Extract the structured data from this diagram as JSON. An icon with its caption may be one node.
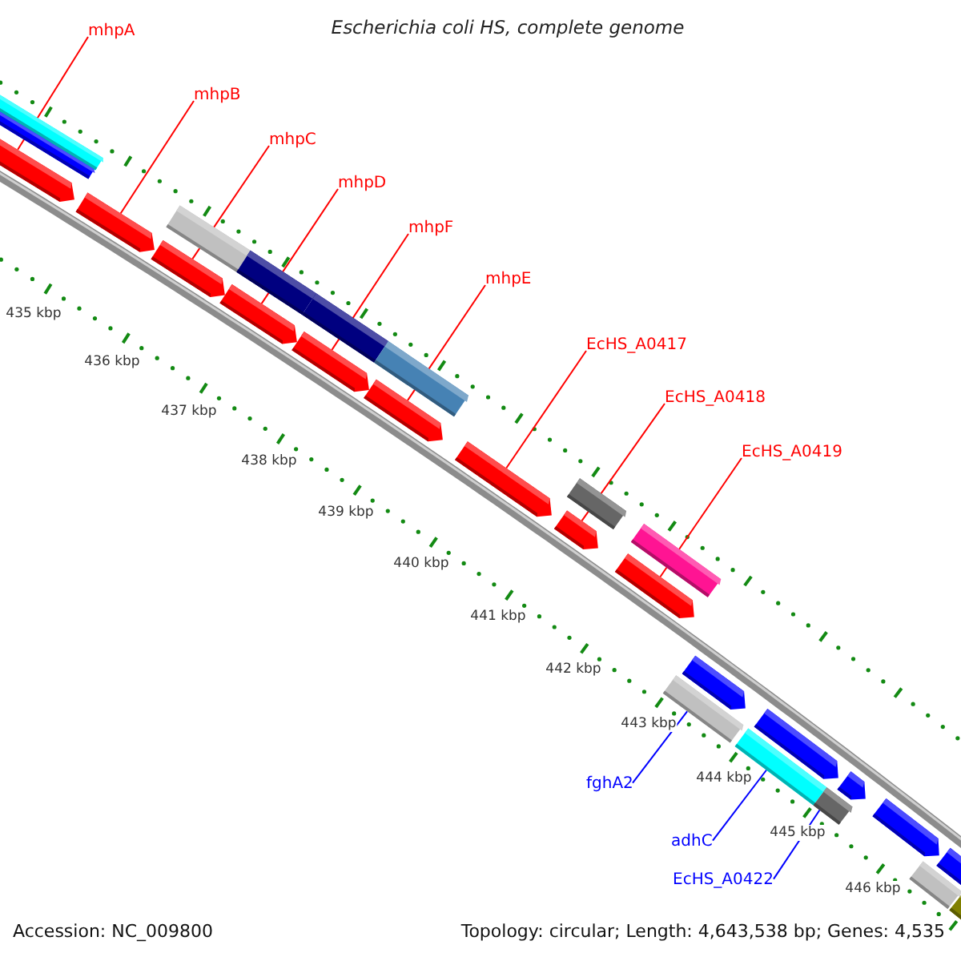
{
  "diagram": {
    "title": "Escherichia coli HS, complete genome",
    "nodes": [
      {
        "text": [
          "mhpA"
        ]
      },
      {
        "text": [
          "mhpB"
        ]
      },
      {
        "text": [
          "mhpC"
        ]
      },
      {
        "text": [
          "mhpD"
        ]
      },
      {
        "text": [
          "mhpF"
        ]
      },
      {
        "text": [
          "mhpE"
        ]
      },
      {
        "text": [
          "EcHS_A0417"
        ]
      },
      {
        "text": [
          "EcHS_A0418"
        ]
      },
      {
        "text": [
          "EcHS_A0419"
        ]
      },
      {
        "text": [
          "fghA2"
        ]
      },
      {
        "text": [
          "adhC"
        ]
      },
      {
        "text": [
          "EcHS_A0422"
        ]
      },
      {
        "text": [],
        "shape": "arrow"
      },
      {
        "text": [],
        "shape": "arrow"
      },
      {
        "text": [],
        "shape": "arrow"
      },
      {
        "text": [],
        "shape": "arrow"
      },
      {
        "text": [],
        "shape": "arrow"
      },
      {
        "text": [],
        "shape": "arrow"
      },
      {
        "text": [],
        "shape": "arrow"
      },
      {
        "text": [],
        "shape": "arrow"
      },
      {
        "text": [],
        "shape": "arrow"
      },
      {
        "text": [],
        "shape": "bar"
      },
      {
        "text": [],
        "shape": "bar"
      },
      {
        "text": [],
        "shape": "bar"
      }
    ],
    "edges": [
      {
        "from": 0,
        "to": 12,
        "arrow": "none"
      },
      {
        "from": 1,
        "to": 13,
        "arrow": "none"
      },
      {
        "from": 2,
        "to": 14,
        "arrow": "none"
      },
      {
        "from": 3,
        "to": 15,
        "arrow": "none"
      },
      {
        "from": 4,
        "to": 16,
        "arrow": "none"
      },
      {
        "from": 5,
        "to": 17,
        "arrow": "none"
      },
      {
        "from": 6,
        "to": 18,
        "arrow": "none"
      },
      {
        "from": 7,
        "to": 19,
        "arrow": "none"
      },
      {
        "from": 8,
        "to": 20,
        "arrow": "none"
      },
      {
        "from": 9,
        "to": 21,
        "arrow": "none",
        "color": "#0000ff"
      },
      {
        "from": 10,
        "to": 22,
        "arrow": "none",
        "color": "#0000ff"
      },
      {
        "from": 11,
        "to": 23,
        "arrow": "none",
        "color": "#0000ff"
      }
    ],
    "labels": [
      "435 kbp",
      "436 kbp",
      "437 kbp",
      "438 kbp",
      "439 kbp",
      "440 kbp",
      "441 kbp",
      "442 kbp",
      "443 kbp",
      "444 kbp",
      "445 kbp",
      "446 kbp",
      "Accession: NC_009800",
      "Topology: circular; Length: 4,643,538 bp; Genes: 4,535"
    ]
  }
}
